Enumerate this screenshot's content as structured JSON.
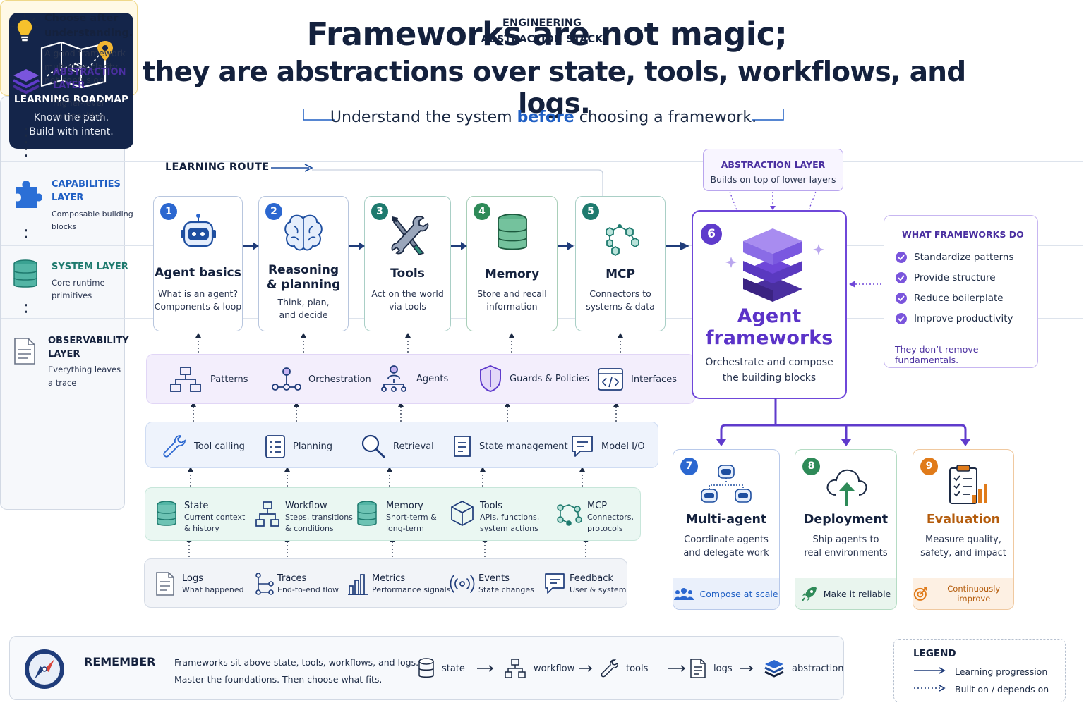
{
  "roadmap": {
    "title": "LEARNING ROADMAP",
    "line1": "Know the path.",
    "line2": "Build with intent."
  },
  "title": {
    "line1": "Frameworks are not magic;",
    "line2": "they are abstractions over state, tools, workflows, and logs.",
    "subtitle_pre": "Understand the system ",
    "subtitle_hl": "before",
    "subtitle_post": " choosing a framework."
  },
  "tip": {
    "heading": "Choose after understanding.",
    "body": "A good framework multiplies clarity, not confusion."
  },
  "stack": {
    "title_line1": "ENGINEERING",
    "title_line2": "ABSTRACTION STACK",
    "layers": [
      {
        "name_line1": "ABSTRACTION",
        "name_line2": "LAYER",
        "desc_line1": "Higher-level",
        "desc_line2": "composition",
        "color": "#4a2fa0"
      },
      {
        "name_line1": "CAPABILITIES",
        "name_line2": "LAYER",
        "desc_line1": "Composable building",
        "desc_line2": "blocks",
        "color": "#1f5fc4"
      },
      {
        "name_line1": "SYSTEM LAYER",
        "name_line2": "",
        "desc_line1": "Core runtime",
        "desc_line2": "primitives",
        "color": "#1e7a6e"
      },
      {
        "name_line1": "OBSERVABILITY",
        "name_line2": "LAYER",
        "desc_line1": "Everything leaves",
        "desc_line2": "a trace",
        "color": "#14213d"
      }
    ]
  },
  "route": {
    "label": "LEARNING ROUTE",
    "steps": [
      {
        "num": "1",
        "title": "Agent basics",
        "title2": "",
        "desc1": "What is an agent?",
        "desc2": "Components & loop",
        "icon": "robot-icon"
      },
      {
        "num": "2",
        "title": "Reasoning",
        "title2": "& planning",
        "desc1": "Think, plan,",
        "desc2": "and decide",
        "icon": "brain-icon"
      },
      {
        "num": "3",
        "title": "Tools",
        "title2": "",
        "desc1": "Act on the world",
        "desc2": "via tools",
        "icon": "wrench-screwdriver-icon"
      },
      {
        "num": "4",
        "title": "Memory",
        "title2": "",
        "desc1": "Store and recall",
        "desc2": "information",
        "icon": "database-icon"
      },
      {
        "num": "5",
        "title": "MCP",
        "title2": "",
        "desc1": "Connectors to",
        "desc2": "systems & data",
        "icon": "network-nodes-icon"
      }
    ]
  },
  "capabilities": [
    "Patterns",
    "Orchestration",
    "Agents",
    "Guards & Policies",
    "Interfaces"
  ],
  "operations": [
    "Tool calling",
    "Planning",
    "Retrieval",
    "State management",
    "Model I/O"
  ],
  "system": [
    {
      "title": "State",
      "d1": "Current context",
      "d2": "& history"
    },
    {
      "title": "Workflow",
      "d1": "Steps, transitions",
      "d2": "& conditions"
    },
    {
      "title": "Memory",
      "d1": "Short-term &",
      "d2": "long-term"
    },
    {
      "title": "Tools",
      "d1": "APIs, functions,",
      "d2": "system actions"
    },
    {
      "title": "MCP",
      "d1": "Connectors,",
      "d2": "protocols"
    }
  ],
  "observability": [
    {
      "title": "Logs",
      "d1": "What happened"
    },
    {
      "title": "Traces",
      "d1": "End-to-end flow"
    },
    {
      "title": "Metrics",
      "d1": "Performance signals"
    },
    {
      "title": "Events",
      "d1": "State changes"
    },
    {
      "title": "Feedback",
      "d1": "User & system"
    }
  ],
  "abstraction_box": {
    "heading": "ABSTRACTION LAYER",
    "desc": "Builds on top of lower layers"
  },
  "agent_frameworks": {
    "num": "6",
    "title1": "Agent",
    "title2": "frameworks",
    "desc1": "Orchestrate and compose",
    "desc2": "the building blocks"
  },
  "what_frameworks_do": {
    "heading": "WHAT FRAMEWORKS DO",
    "items": [
      "Standardize patterns",
      "Provide structure",
      "Reduce boilerplate",
      "Improve productivity"
    ],
    "footer": "They don’t remove fundamentals."
  },
  "outcomes": [
    {
      "num": "7",
      "title": "Multi-agent",
      "d1": "Coordinate agents",
      "d2": "and delegate work",
      "footer": "Compose at scale",
      "color": "#1f5fc4"
    },
    {
      "num": "8",
      "title": "Deployment",
      "d1": "Ship agents to",
      "d2": "real environments",
      "footer": "Make it reliable",
      "color": "#2e8a58"
    },
    {
      "num": "9",
      "title": "Evaluation",
      "d1": "Measure quality,",
      "d2": "safety, and impact",
      "footer": "Continuously improve",
      "color": "#e07b1a"
    }
  ],
  "remember": {
    "heading": "REMEMBER",
    "line1": "Frameworks sit above state, tools, workflows, and logs.",
    "line2": "Master the foundations. Then choose what fits.",
    "flow": [
      "state",
      "workflow",
      "tools",
      "logs",
      "abstraction"
    ]
  },
  "legend": {
    "heading": "LEGEND",
    "solid": "Learning progression",
    "dotted": "Built on / depends on"
  }
}
